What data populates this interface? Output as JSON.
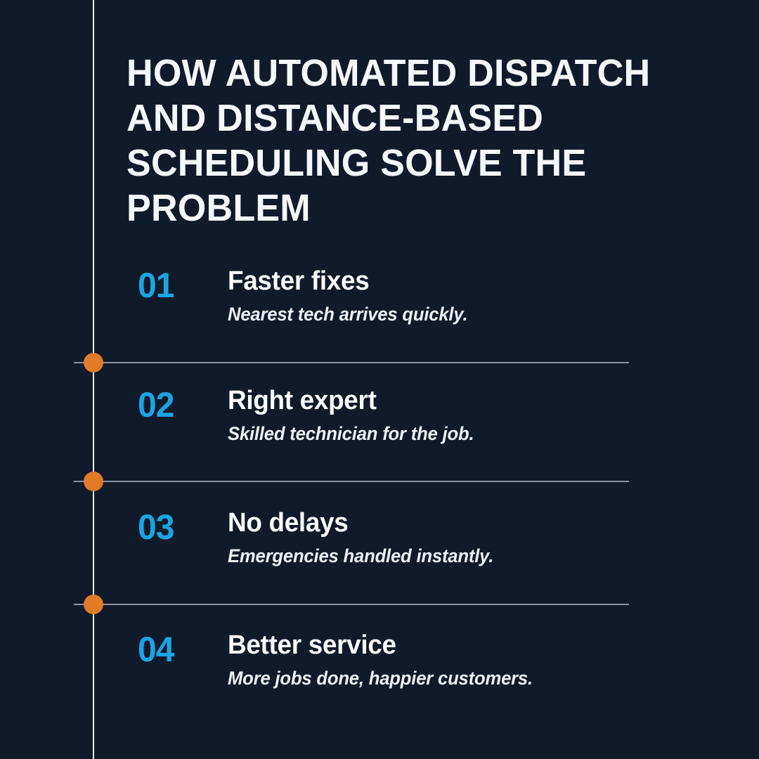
{
  "theme": {
    "background": "#111A2B",
    "rail_color": "#E8ECF2",
    "accent_number": "#1BA5E2",
    "accent_dot": "#E07B28",
    "divider_color": "#8A93A8",
    "title_color": "#F4F7FB",
    "heading_color": "#FAFCFE",
    "description_color": "#EDF1F7"
  },
  "title": "HOW AUTOMATED DISPATCH AND DISTANCE-BASED SCHEDULING SOLVE THE PROBLEM",
  "items": [
    {
      "number": "01",
      "heading": "Faster fixes",
      "description": "Nearest tech arrives quickly."
    },
    {
      "number": "02",
      "heading": "Right expert",
      "description": "Skilled technician for the job."
    },
    {
      "number": "03",
      "heading": "No delays",
      "description": "Emergencies handled instantly."
    },
    {
      "number": "04",
      "heading": "Better service",
      "description": "More jobs done, happier customers."
    }
  ]
}
